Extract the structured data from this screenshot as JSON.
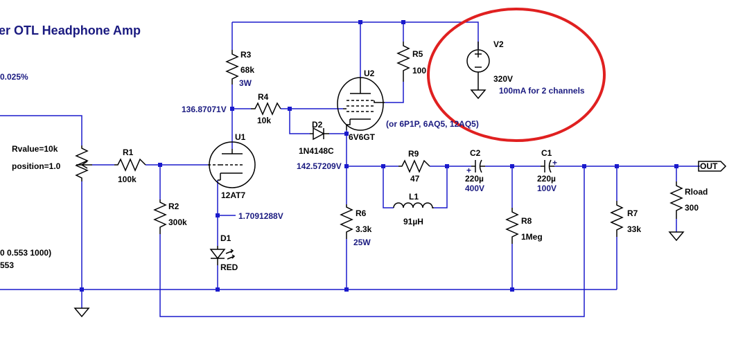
{
  "title": "er OTL Headphone Amp",
  "side_notes": {
    "thd": "0.025%",
    "pwl1": "0 0.553 1000)",
    "pwl2": "553"
  },
  "components": {
    "pot": {
      "value": "Rvalue=10k",
      "position": "position=1.0"
    },
    "r1": {
      "ref": "R1",
      "value": "100k"
    },
    "r2": {
      "ref": "R2",
      "value": "300k"
    },
    "r3": {
      "ref": "R3",
      "value": "68k",
      "power": "3W"
    },
    "r4": {
      "ref": "R4",
      "value": "10k"
    },
    "r5": {
      "ref": "R5",
      "value": "100"
    },
    "r6": {
      "ref": "R6",
      "value": "3.3k",
      "power": "25W"
    },
    "r7": {
      "ref": "R7",
      "value": "33k"
    },
    "r8": {
      "ref": "R8",
      "value": "1Meg"
    },
    "r9": {
      "ref": "R9",
      "value": "47"
    },
    "rload": {
      "ref": "Rload",
      "value": "300"
    },
    "l1": {
      "ref": "L1",
      "value": "91µH"
    },
    "c1": {
      "ref": "C1",
      "value": "220µ",
      "voltage": "100V"
    },
    "c2": {
      "ref": "C2",
      "value": "220µ",
      "voltage": "400V"
    },
    "d1": {
      "ref": "D1",
      "value": "RED"
    },
    "d2": {
      "ref": "D2",
      "value": "1N4148C"
    },
    "u1": {
      "ref": "U1",
      "value": "12AT7"
    },
    "u2": {
      "ref": "U2",
      "value": "6V6GT",
      "alt": "(or 6P1P, 6AQ5, 12AQ5)"
    },
    "v2": {
      "ref": "V2",
      "value": "320V",
      "note": "100mA for 2 channels"
    }
  },
  "node_voltages": {
    "u1_plate": "136.87071V",
    "u2_cathode": "142.57209V",
    "u1_cathode": "1.7091288V"
  },
  "labels": {
    "out": "OUT"
  },
  "colors": {
    "wire": "#1a1acc",
    "text_navy": "#1a1a80",
    "highlight": "#e02020"
  }
}
